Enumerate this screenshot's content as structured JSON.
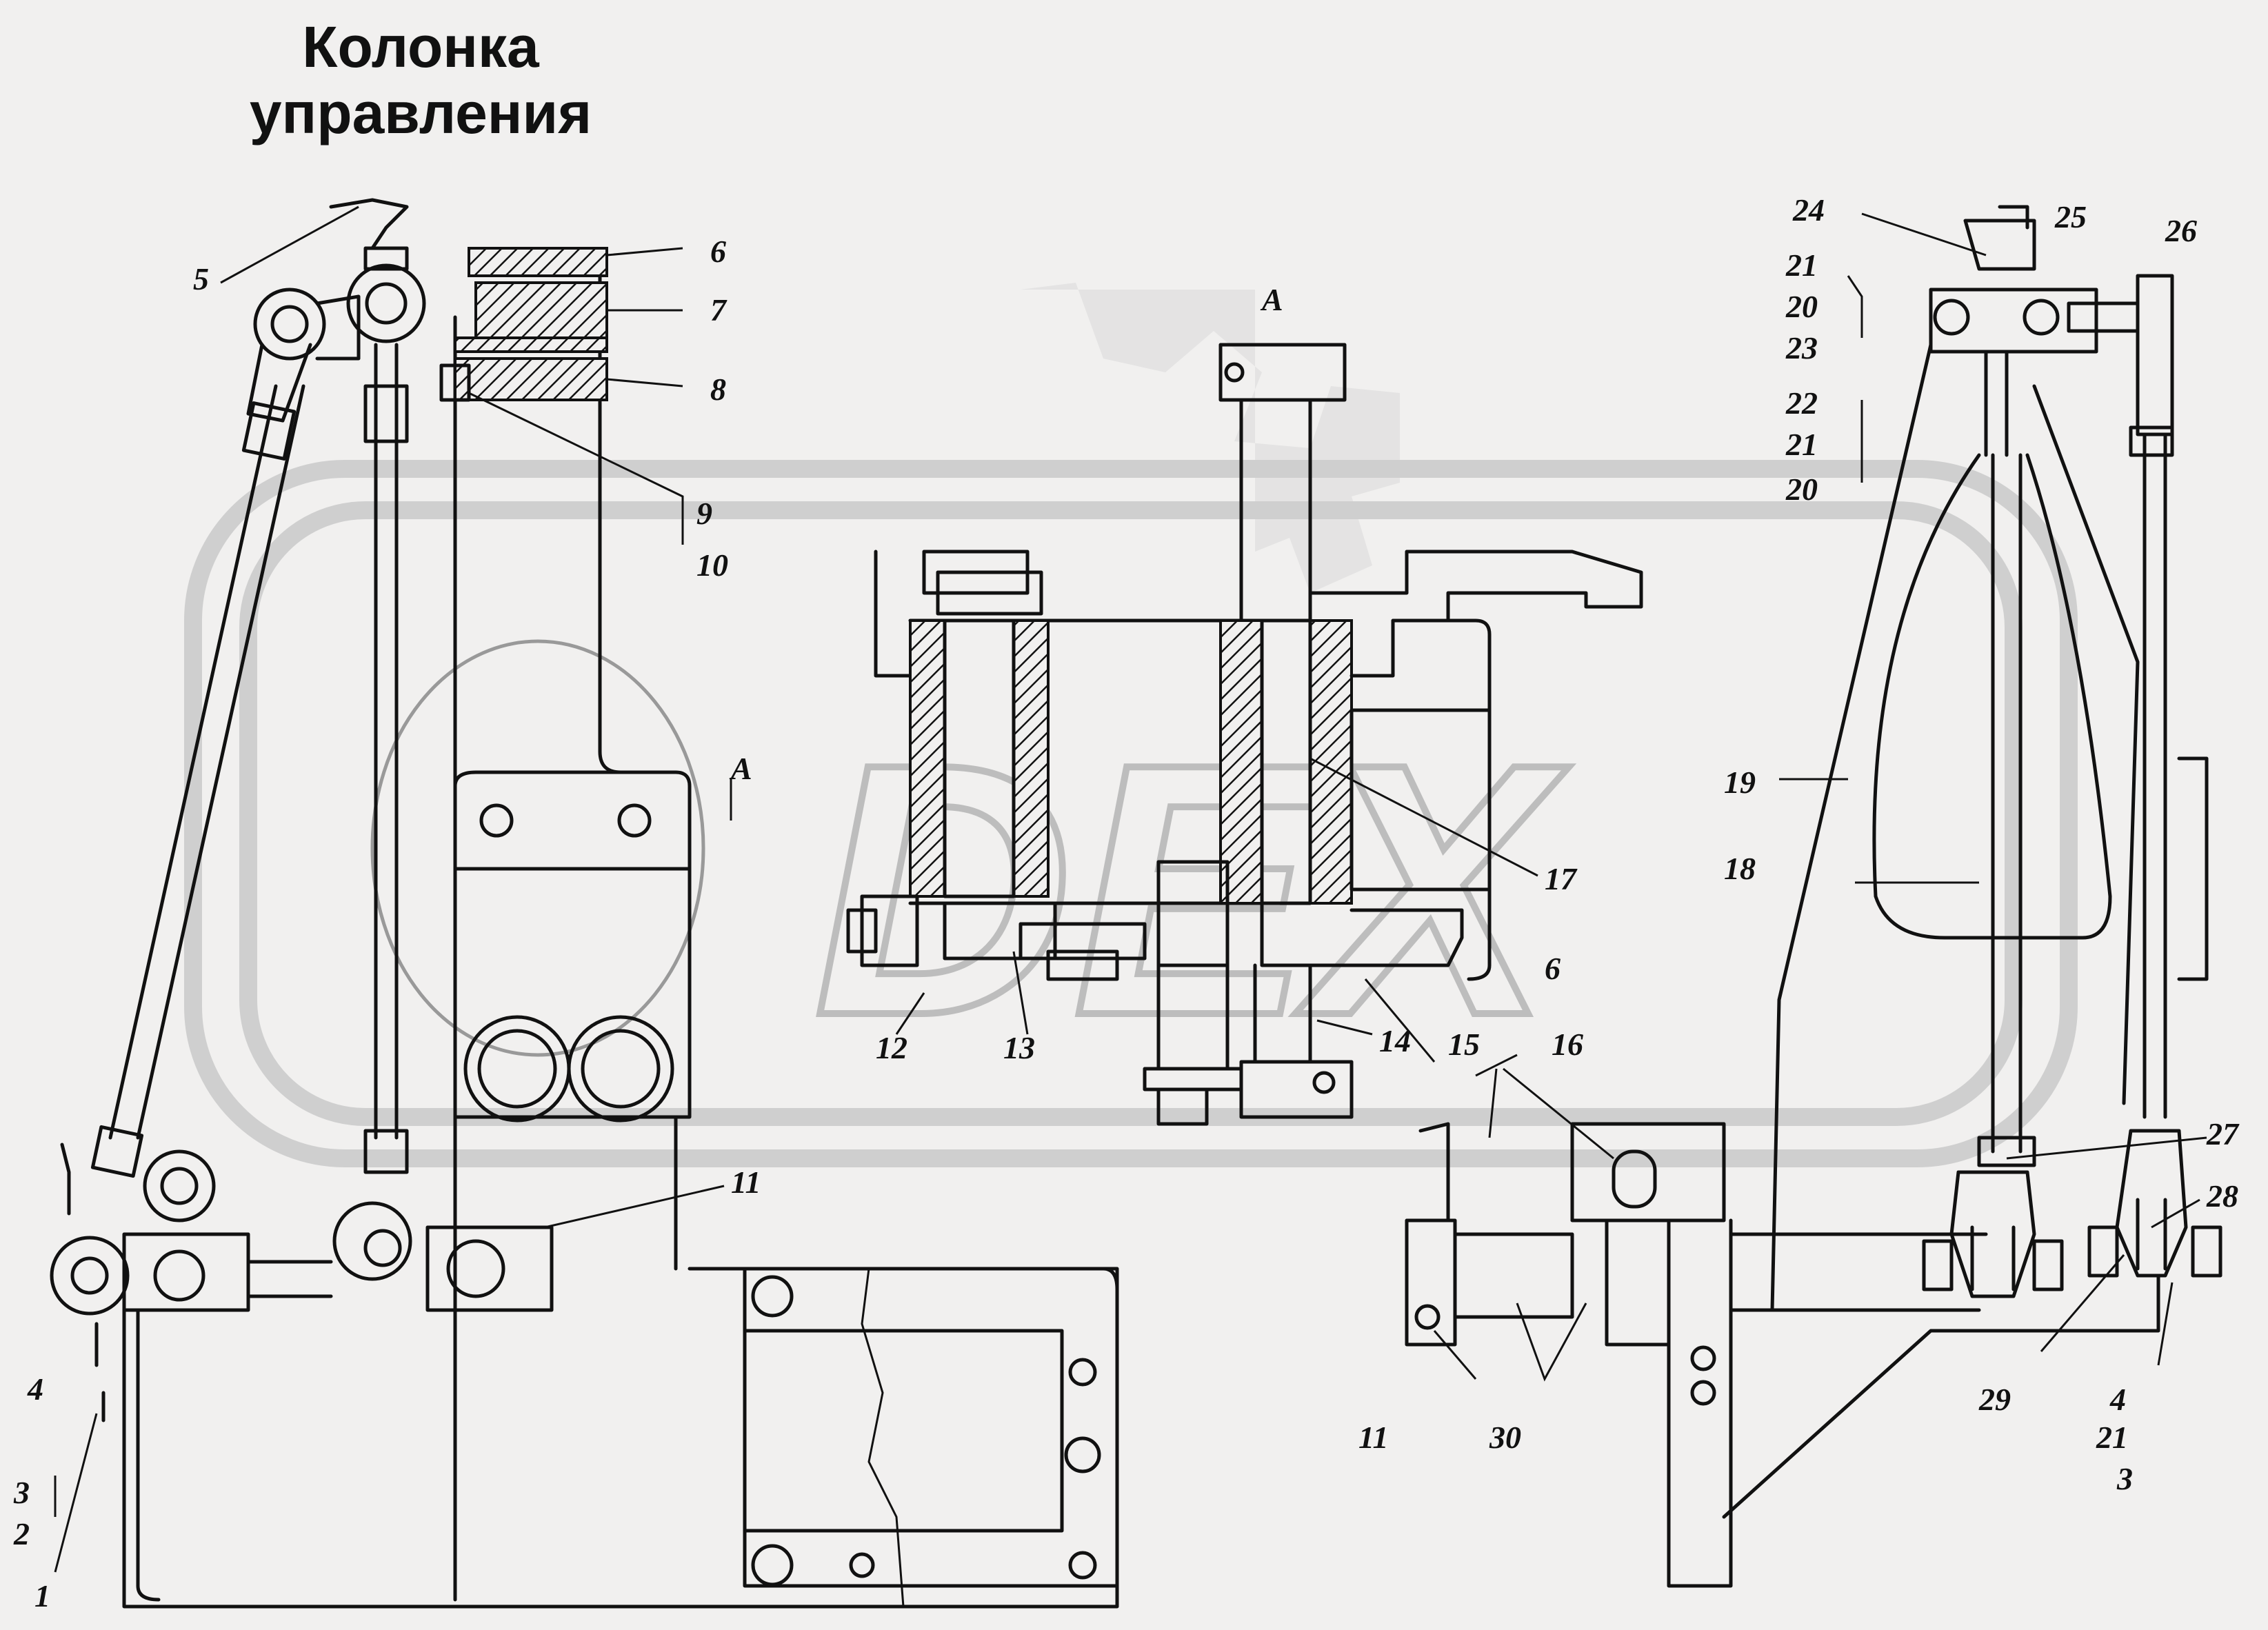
{
  "title": {
    "line1": "Колонка",
    "line2": "управления"
  },
  "view_label": "А",
  "callouts": [
    {
      "text": "1"
    },
    {
      "text": "2"
    },
    {
      "text": "3"
    },
    {
      "text": "4"
    },
    {
      "text": "5"
    },
    {
      "text": "6"
    },
    {
      "text": "7"
    },
    {
      "text": "8"
    },
    {
      "text": "9"
    },
    {
      "text": "10"
    },
    {
      "text": "11"
    },
    {
      "text": "12"
    },
    {
      "text": "13"
    },
    {
      "text": "14"
    },
    {
      "text": "6"
    },
    {
      "text": "17"
    },
    {
      "text": "A"
    },
    {
      "text": "15"
    },
    {
      "text": "16"
    },
    {
      "text": "11"
    },
    {
      "text": "30"
    },
    {
      "text": "24"
    },
    {
      "text": "25"
    },
    {
      "text": "26"
    },
    {
      "text": "21"
    },
    {
      "text": "20"
    },
    {
      "text": "23"
    },
    {
      "text": "22"
    },
    {
      "text": "21"
    },
    {
      "text": "20"
    },
    {
      "text": "19"
    },
    {
      "text": "18"
    },
    {
      "text": "27"
    },
    {
      "text": "28"
    },
    {
      "text": "29"
    },
    {
      "text": "4"
    },
    {
      "text": "21"
    },
    {
      "text": "3"
    }
  ],
  "watermark": {
    "text": "DEX",
    "color": "#d0d0d0"
  }
}
